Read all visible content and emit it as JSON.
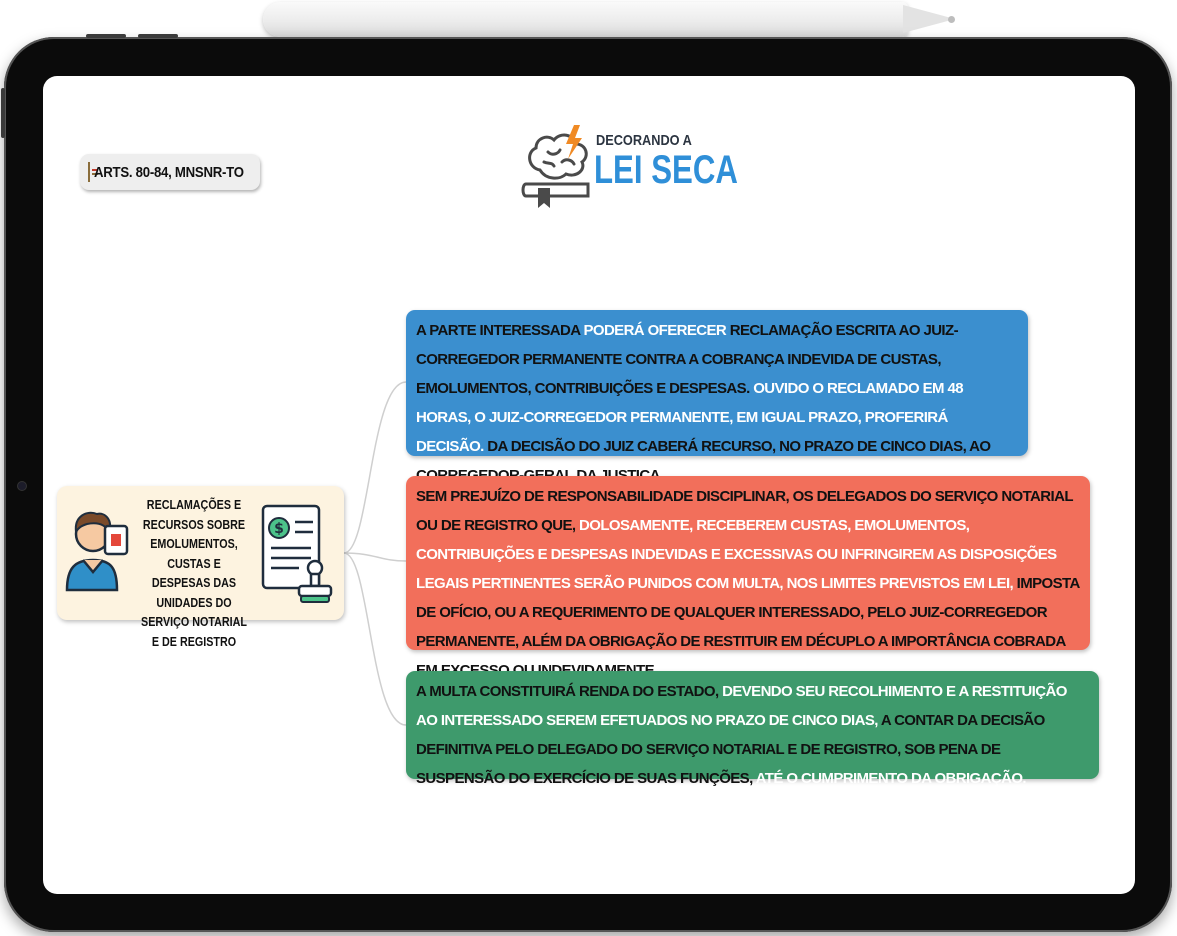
{
  "reference": {
    "label": "ARTS. 80-84, MNSNR-TO"
  },
  "logo": {
    "line1": "DECORANDO A",
    "line2": "LEI SECA"
  },
  "topic": {
    "title": "RECLAMAÇÕES E RECURSOS SOBRE EMOLUMENTOS, CUSTAS E DESPESAS DAS UNIDADES DO SERVIÇO NOTARIAL E DE REGISTRO"
  },
  "cards": {
    "blue": {
      "t1": "A PARTE INTERESSADA ",
      "h1": "PODERÁ OFERECER",
      "t2": " RECLAMAÇÃO ESCRITA AO JUIZ-CORREGEDOR PERMANENTE CONTRA A COBRANÇA INDEVIDA DE CUSTAS, EMOLUMENTOS, CONTRIBUIÇÕES E DESPESAS. ",
      "h2": "OUVIDO O RECLAMADO EM 48 HORAS, O JUIZ-CORREGEDOR PERMANENTE, EM IGUAL PRAZO, PROFERIRÁ DECISÃO.",
      "t3": " DA DECISÃO DO JUIZ CABERÁ RECURSO, NO PRAZO DE CINCO DIAS, AO CORREGEDOR-GERAL DA JUSTIÇA."
    },
    "red": {
      "t1": "SEM PREJUÍZO DE RESPONSABILIDADE DISCIPLINAR, OS DELEGADOS DO SERVIÇO NOTARIAL OU DE REGISTRO QUE, ",
      "h1": "DOLOSAMENTE, RECEBEREM CUSTAS, EMOLUMENTOS, CONTRIBUIÇÕES E DESPESAS INDEVIDAS E EXCESSIVAS OU INFRINGIREM AS DISPOSIÇÕES LEGAIS PERTINENTES SERÃO PUNIDOS COM MULTA, NOS LIMITES PREVISTOS EM LEI,",
      "t2": " IMPOSTA DE OFÍCIO, OU A REQUERIMENTO DE QUALQUER INTERESSADO, PELO JUIZ-CORREGEDOR PERMANENTE, ALÉM DA OBRIGAÇÃO DE RESTITUIR EM DÉCUPLO A IMPORTÂNCIA COBRADA EM EXCESSO OU INDEVIDAMENTE."
    },
    "green": {
      "t1": "A MULTA CONSTITUIRÁ RENDA DO ESTADO, ",
      "h1": "DEVENDO SEU RECOLHIMENTO E A RESTITUIÇÃO AO INTERESSADO SEREM EFETUADOS NO PRAZO DE CINCO DIAS,",
      "t2": " A CONTAR DA DECISÃO DEFINITIVA PELO DELEGADO DO SERVIÇO NOTARIAL E DE REGISTRO, SOB PENA DE SUSPENSÃO DO EXERCÍCIO DE SUAS FUNÇÕES, ",
      "h2": "ATÉ O CUMPRIMENTO DA OBRIGAÇÃO."
    }
  },
  "colors": {
    "blue": "#3b8fcf",
    "red": "#f26f5b",
    "green": "#3e9a6c",
    "topic_bg": "#fdf3e0"
  },
  "icons": [
    "book-icon",
    "brain-icon",
    "lightning-icon",
    "person-icon",
    "document-icon",
    "dollar-icon",
    "stamp-icon"
  ]
}
